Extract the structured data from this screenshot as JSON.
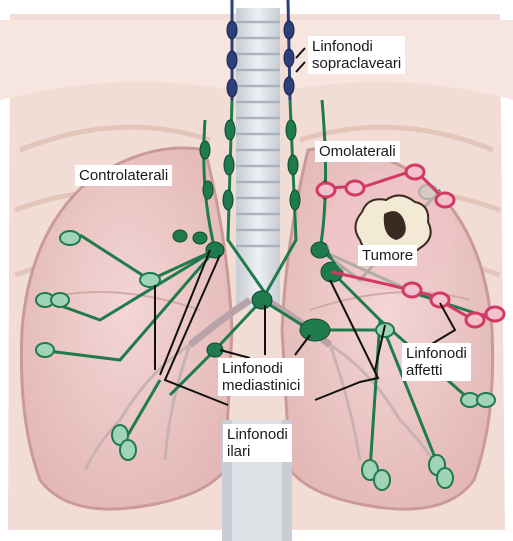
{
  "labels": {
    "sopraclaveari": [
      "Linfonodi",
      "sopraclaveari"
    ],
    "omolaterali": [
      "Omolaterali"
    ],
    "controlaterali": [
      "Controlaterali"
    ],
    "tumore": [
      "Tumore"
    ],
    "affetti": [
      "Linfonodi",
      "affetti"
    ],
    "mediastinici": [
      "Linfonodi",
      "mediastinici"
    ],
    "ilari": [
      "Linfonodi",
      "ilari"
    ]
  },
  "colors": {
    "lung": "#ecc8c7",
    "lung_edge": "#c99a98",
    "thorax_bg": "#efd8d0",
    "trachea": "#d9dde2",
    "lymph_node": "#1f7a4d",
    "node_light": "#9fd4b8",
    "affected_node": "#d23a63",
    "supraclavicular_node": "#2c3f78",
    "tumor": "#f3ead6"
  }
}
